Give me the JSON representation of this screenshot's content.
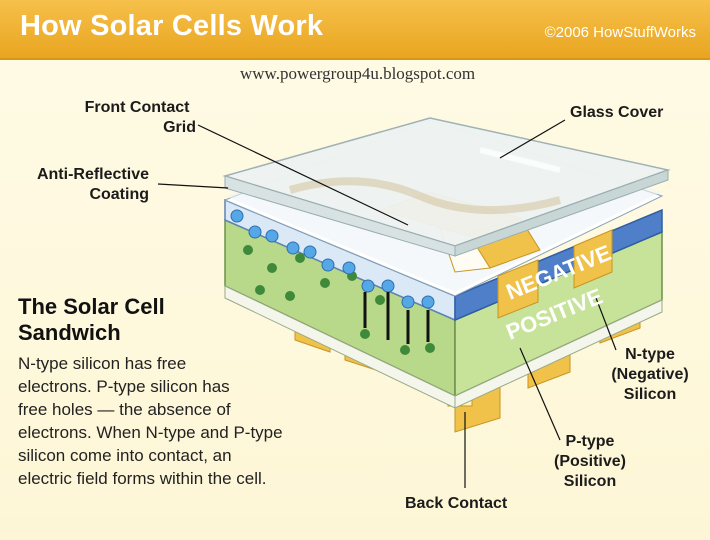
{
  "header": {
    "title": "How Solar Cells Work",
    "copyright": "©2006 HowStuffWorks",
    "background": "#eeac2c"
  },
  "watermark": "www.powergroup4u.blogspot.com",
  "labels": {
    "front_contact_line1": "Front Contact",
    "front_contact_line2": "Grid",
    "glass_cover": "Glass Cover",
    "anti_reflective_line1": "Anti-Reflective",
    "anti_reflective_line2": "Coating",
    "negative": "NEGATIVE",
    "positive": "POSITIVE",
    "ntype_line1": "N-type",
    "ntype_line2": "(Negative)",
    "ntype_line3": "Silicon",
    "ptype_line1": "P-type",
    "ptype_line2": "(Positive)",
    "ptype_line3": "Silicon",
    "back_contact": "Back Contact"
  },
  "description": {
    "title_line1": "The Solar Cell",
    "title_line2": "Sandwich",
    "body_lines": [
      "N-type silicon has free",
      "electrons. P-type silicon has",
      "free holes — the absence of",
      "electrons. When N-type and P-type",
      "silicon come into contact, an",
      "electric field forms within the cell."
    ]
  },
  "colors": {
    "glass": "#eef3f2",
    "negative_layer": "#4f7fc8",
    "positive_layer": "#b9d98a",
    "contact": "#f1c24a",
    "electron": "#56a7e6",
    "hole": "#3f8a3a"
  }
}
